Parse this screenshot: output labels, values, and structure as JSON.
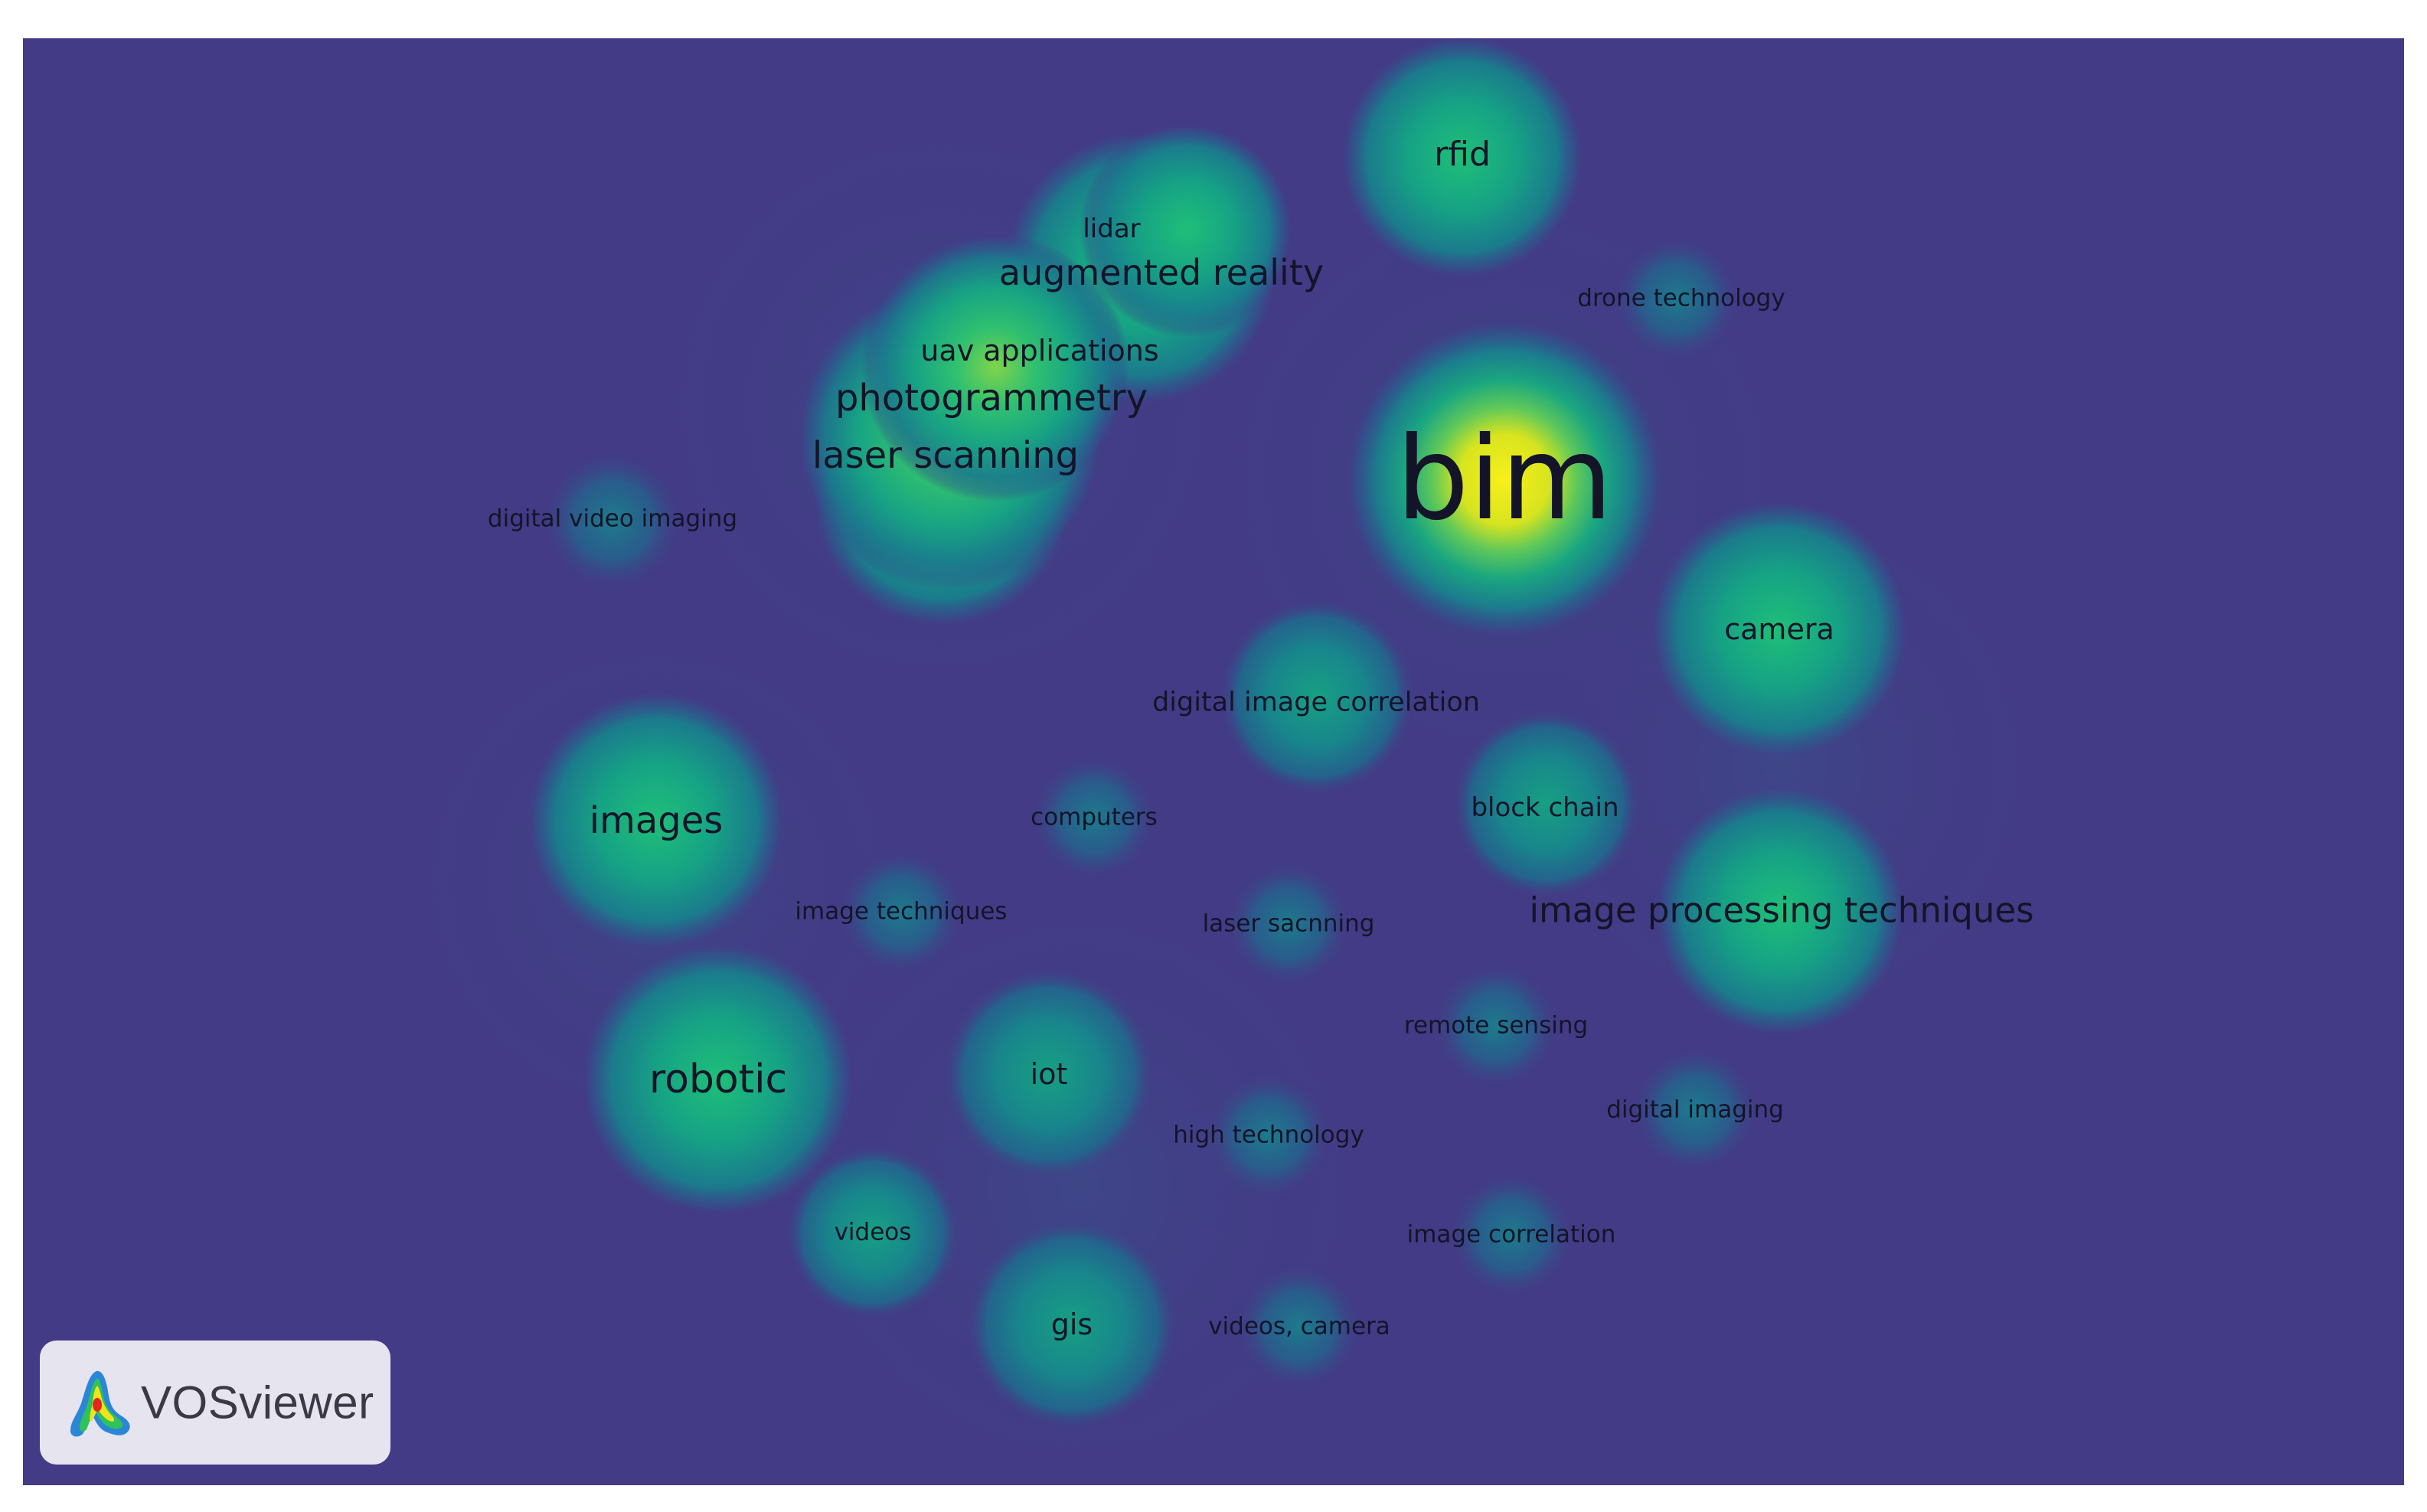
{
  "colors": {
    "background": "#433b86",
    "density_low": "#1d7a8c",
    "density_mid": "#1fb07a",
    "density_high": "#f2ec18",
    "text": "#141428",
    "logo_panel": "#e6e4ef"
  },
  "logo": {
    "icon": "vosviewer-density-icon",
    "text": "VOSviewer"
  },
  "terms": [
    {
      "id": "bim",
      "label": "bim",
      "weight": 1.0
    },
    {
      "id": "photogrammetry",
      "label": "photogrammetry",
      "weight": 0.62
    },
    {
      "id": "laser-scanning",
      "label": "laser scanning",
      "weight": 0.6
    },
    {
      "id": "augmented-reality",
      "label": "augmented reality",
      "weight": 0.48
    },
    {
      "id": "uav-applications",
      "label": "uav applications",
      "weight": 0.36
    },
    {
      "id": "lidar",
      "label": "lidar",
      "weight": 0.3
    },
    {
      "id": "rfid",
      "label": "rfid",
      "weight": 0.4
    },
    {
      "id": "drone-technology",
      "label": "drone technology",
      "weight": 0.18
    },
    {
      "id": "digital-video-imaging",
      "label": "digital video imaging",
      "weight": 0.16
    },
    {
      "id": "camera",
      "label": "camera",
      "weight": 0.4
    },
    {
      "id": "digital-image-correlation",
      "label": "digital image correlation",
      "weight": 0.32
    },
    {
      "id": "images",
      "label": "images",
      "weight": 0.46
    },
    {
      "id": "computers",
      "label": "computers",
      "weight": 0.18
    },
    {
      "id": "block-chain",
      "label": "block chain",
      "weight": 0.3
    },
    {
      "id": "image-processing-techniques",
      "label": "image processing techniques",
      "weight": 0.46
    },
    {
      "id": "image-techniques",
      "label": "image techniques",
      "weight": 0.18
    },
    {
      "id": "laser-sacnning",
      "label": "laser sacnning",
      "weight": 0.18
    },
    {
      "id": "remote-sensing",
      "label": "remote sensing",
      "weight": 0.18
    },
    {
      "id": "robotic",
      "label": "robotic",
      "weight": 0.5
    },
    {
      "id": "iot",
      "label": "iot",
      "weight": 0.34
    },
    {
      "id": "high-technology",
      "label": "high technology",
      "weight": 0.18
    },
    {
      "id": "digital-imaging",
      "label": "digital imaging",
      "weight": 0.18
    },
    {
      "id": "videos",
      "label": "videos",
      "weight": 0.24
    },
    {
      "id": "image-correlation",
      "label": "image correlation",
      "weight": 0.18
    },
    {
      "id": "gis",
      "label": "gis",
      "weight": 0.34
    },
    {
      "id": "videos-camera",
      "label": "videos, camera",
      "weight": 0.18
    }
  ]
}
